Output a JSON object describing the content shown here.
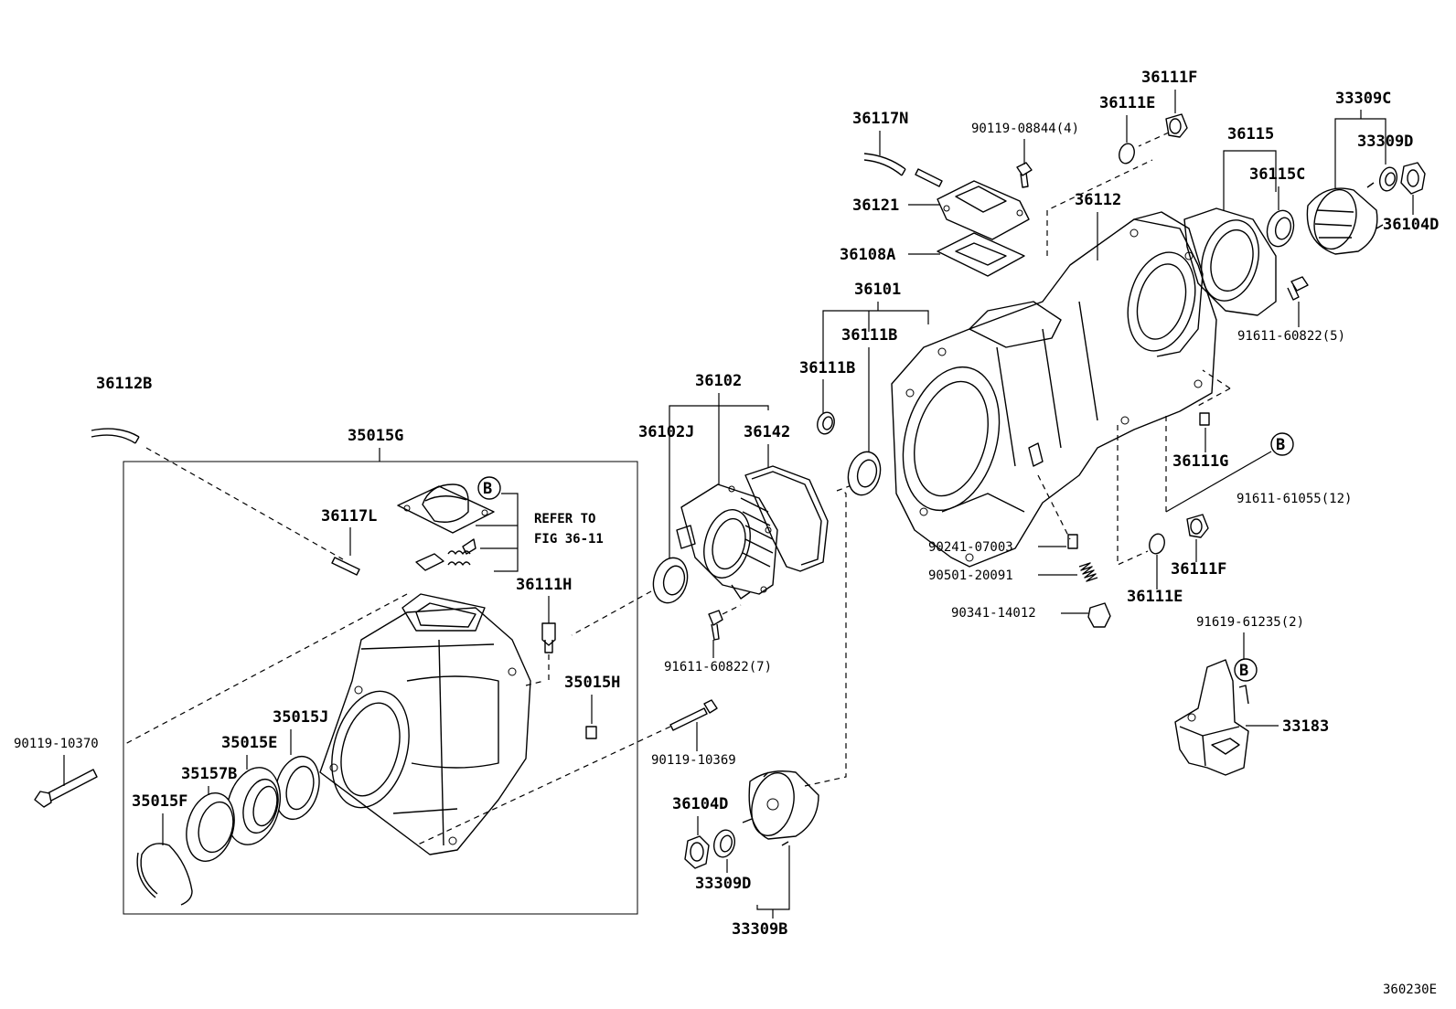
{
  "diagram": {
    "figure_id": "360230E",
    "group_box_label": "35015G",
    "callout_letter": "B",
    "refer_note": [
      "REFER TO",
      "FIG 36-11"
    ]
  },
  "labels": {
    "p36117N": "36117N",
    "p90119_08844": "90119-08844(4)",
    "p36111E_top": "36111E",
    "p36111F_top": "36111F",
    "p33309C": "33309C",
    "p33309D_top": "33309D",
    "p36115": "36115",
    "p36115C": "36115C",
    "p36104D_top": "36104D",
    "p36121": "36121",
    "p36112": "36112",
    "p36108A": "36108A",
    "p36101": "36101",
    "p36111B_a": "36111B",
    "p36111B_b": "36111B",
    "p91611_60822_5": "91611-60822(5)",
    "p36112B": "36112B",
    "p36102": "36102",
    "p36102J": "36102J",
    "p36142": "36142",
    "p36111G": "36111G",
    "p91611_61055": "91611-61055(12)",
    "p36117L": "36117L",
    "p36111H": "36111H",
    "p90241_07003": "90241-07003",
    "p90501_20091": "90501-20091",
    "p36111F_bot": "36111F",
    "p36111E_bot": "36111E",
    "p90341_14012": "90341-14012",
    "p91619_61235": "91619-61235(2)",
    "p91611_60822_7": "91611-60822(7)",
    "p35015H": "35015H",
    "p35015J": "35015J",
    "p33183": "33183",
    "p90119_10370": "90119-10370",
    "p35015E": "35015E",
    "p35157B": "35157B",
    "p90119_10369": "90119-10369",
    "p35015F": "35015F",
    "p36104D_bot": "36104D",
    "p33309D_bot": "33309D",
    "p33309B": "33309B"
  }
}
